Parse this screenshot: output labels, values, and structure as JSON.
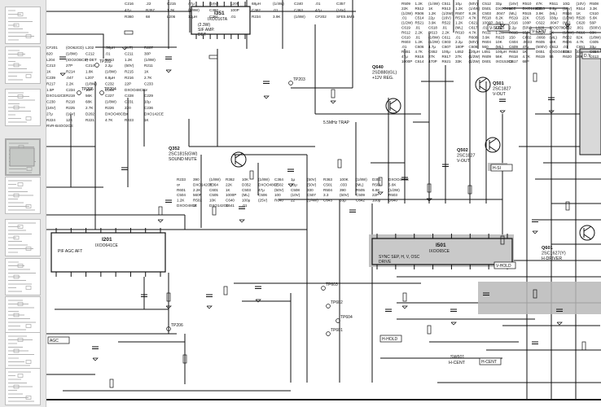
{
  "viewer": {
    "sidebar": {
      "pages": [
        {
          "index": 1,
          "active": false
        },
        {
          "index": 2,
          "active": false
        },
        {
          "index": 3,
          "active": false
        },
        {
          "index": 4,
          "active": true
        },
        {
          "index": 5,
          "active": false
        },
        {
          "index": 6,
          "active": false
        },
        {
          "index": 7,
          "active": false
        },
        {
          "index": 8,
          "active": false
        },
        {
          "index": 9,
          "active": false
        },
        {
          "index": 10,
          "active": false
        }
      ]
    },
    "colors": {
      "sidebar_bg": "#e8e8e8",
      "active_thumb_bg": "#d7dad7",
      "highlight": "#b9b9b9"
    }
  },
  "schematic": {
    "ics": {
      "i351": {
        "ref": "I351",
        "part": "IXOO16TA",
        "lines": [
          "(2.3W)",
          "SIF AMP.",
          "DET"
        ]
      },
      "i201": {
        "ref": "I201",
        "part": "IXOO641CE",
        "lines": [
          "PIF AGC AFT"
        ]
      },
      "i501": {
        "ref": "I501",
        "part": "IXOO65CE",
        "lines": [
          "SYNC SEP, H, V, OSC",
          "DRIVE"
        ]
      }
    },
    "transistors": {
      "q640": {
        "ref": "Q640",
        "part": "2SD880(GL)",
        "desc": "+12V REG."
      },
      "q501": {
        "ref": "Q501",
        "part": "2SC1827",
        "desc": "V-OUT"
      },
      "q502": {
        "ref": "Q502",
        "part": "2SC1827",
        "desc": "V-OUT"
      },
      "q352": {
        "ref": "Q352",
        "part": "2SC1815(GW)",
        "desc": "SOUND MUTE"
      },
      "q601": {
        "ref": "Q601",
        "part": "2SC1627(Y)",
        "desc": "H-DRIVER"
      }
    },
    "test_points": [
      "TP202",
      "TP203",
      "TP204",
      "TP205",
      "TP206",
      "TP601",
      "TP602",
      "TP603",
      "TP604"
    ],
    "net_labels": [
      "V-SIZE",
      "V-CENT",
      "V-HOLD",
      "H-HOLD",
      "H-CENT",
      "H-SI",
      "AGC",
      "D.Y."
    ],
    "switch": {
      "ref": "SW601",
      "label": "H-CENT"
    },
    "trap": "5.5MHz TRAP",
    "parts_top": [
      "C216",
      ".22",
      "C215",
      "47μ",
      "(16V)",
      "L205",
      "68μH",
      "(1/4W)",
      "C240",
      ".01",
      "C357",
      "47μ",
      "R357",
      "1.2K",
      "(1/8W)",
      "C360",
      "100P",
      "C362",
      ".01",
      "C363",
      "47μ",
      "(16V)",
      "R360",
      "68",
      "L206",
      "12μH",
      "C361",
      ".01",
      "R234",
      "3.9K",
      "(1/8W)",
      "CF202",
      "SFE5.5MB"
    ],
    "parts_left": [
      "CF201",
      "(OO62CD)",
      "L202",
      ".56μH",
      "(KIT)",
      "R207",
      "820",
      "(1/8W)",
      "C212",
      ".01",
      "C211",
      "30P",
      "L204",
      "(IOO2OBCE)",
      "P-DET",
      "R213",
      "1.2K",
      "(1/8W)",
      "C213",
      "27P",
      "C214",
      "2.2μ",
      "(50V)",
      "R211",
      "1K",
      "R214",
      "1.8K",
      "(1/8W)",
      "R215",
      "1K",
      "C239",
      ".047",
      "L207",
      "6.8μH",
      "R216",
      "2.7K",
      "R217",
      "2.2K",
      "(1/8W)",
      "C232",
      "22P",
      "C233",
      "1.5P",
      "C234",
      "10P",
      "D203",
      "DXOO48CE",
      "or",
      "DXO142CE",
      "R219",
      "56K",
      "C227",
      "C228",
      "C229",
      "C230",
      "R218",
      "68K",
      "(1/8W)",
      "C231",
      "10μ",
      "(16V)",
      "R225",
      "2.7K",
      "R226",
      "220",
      "C236",
      "27μ",
      "(16V)",
      "D202",
      "DXOO48CE",
      "or",
      "DXO142CE",
      "R224",
      "12K",
      "R221",
      "4.7K",
      "R223",
      "1K",
      "RVR-B4OO2CE"
    ],
    "parts_mid": [
      "R233",
      "390",
      "(1/8W)",
      "R362",
      "10K",
      "(1/8W)",
      "C364",
      "1μ",
      "(50V)",
      "R363",
      "100K",
      "(1/8W)",
      "D351",
      "DXOO48CE",
      "or",
      "DXO142CE",
      "R364",
      "22K",
      "D352",
      "DXOO48CE",
      "C502",
      "10μ",
      "(50V)",
      "C501",
      ".033",
      "(ML)",
      "R501",
      "5.6K",
      "R601",
      "2.2K",
      "C601",
      "1K",
      "C503",
      "47μ",
      "(50V)",
      "C508",
      "330",
      "R504",
      "390",
      "R505",
      "6.8K",
      "(1/2W)",
      "C504",
      "560P",
      "C505",
      "1000P",
      "(ML)",
      "C506",
      "100",
      "(10V)",
      "C507",
      "3.3",
      "(50V)",
      "C509",
      "22P",
      "R503",
      "1.2K",
      "R502",
      "10K",
      "C640",
      "100μ",
      "(25V)",
      "R640",
      "22",
      "(1/4W)",
      "C643",
      "33μ",
      "C642",
      "100μ",
      "D640",
      "DXOO48CE",
      "or",
      "DXO142CE",
      "C641",
      ".01"
    ],
    "parts_right": [
      "R509",
      "1.2K",
      "(1/4W)",
      "C511",
      "10μ",
      "(50V)",
      "C512",
      "33μ",
      "(16V)",
      "R510",
      "47K",
      "R511",
      "10Ω",
      "(10V)",
      "R508",
      "22K",
      "R512",
      "1K",
      "R513",
      "1.2K",
      "(1/4W)",
      "D501",
      "DXOO48CE",
      "or",
      "DXO142CE",
      "C513",
      "2.2μ",
      "(16V)",
      "R514",
      "3.3K",
      "(1/2W)",
      "R506",
      "1.2K",
      "(1/2W)",
      "R507",
      "8.2K",
      "C503",
      ".0047",
      "(ML)",
      "R515",
      "3.9K",
      "(ML)",
      "R516",
      "1K",
      "C510",
      ".01",
      "C514",
      "22μ",
      "(16V)",
      "R517",
      "4.7K",
      "R518",
      "8.2K",
      "R519",
      "22K",
      "C515",
      "330μ",
      "(1/2W)",
      "R520",
      "5.6K",
      "(1/2W)",
      "R521",
      "3.9K",
      "R522",
      "1.2K",
      "C621",
      "1000P",
      "(ML)",
      "C616",
      "100P",
      "C622",
      ".0047",
      "(ML)",
      "C620",
      "56P",
      "C619",
      ".01",
      "C618",
      ".01",
      "(ML)",
      "C617",
      ".01",
      "C615",
      "2.2μ",
      "(50V)",
      "L620",
      "(POO70CE)",
      "C632",
      ".001",
      "(500V)",
      "R612",
      "2.2K",
      "R613",
      "2.2K",
      "R610",
      "4.7K",
      "R611",
      "1.2K",
      "R615",
      "150",
      "R614",
      "1K",
      "(1/4W)",
      "R616",
      "68K",
      "C610",
      ".01",
      "(1/8W)",
      "C611",
      ".01",
      "R608",
      "3.9K",
      "R623",
      "150",
      "C602",
      ".0068",
      "(ML)",
      "R602",
      "82K",
      "(1/8W)",
      "R603",
      "1.2K",
      "(1/2W)",
      "C603",
      "2.2μ",
      "(50V)",
      "R604",
      "10K",
      "C604",
      ".0033",
      "R605",
      "18K",
      "R606",
      "4.7K",
      "C605",
      ".01",
      "C606",
      "4.7μ",
      "C607",
      "180P",
      "C608",
      "560",
      "(ML)",
      "C609",
      "47μ",
      "(500V)",
      "C612",
      ".01",
      "C651",
      "33μ",
      "R651",
      "4.7K",
      "C652",
      "100μ",
      "L652",
      "220μH",
      "L651",
      "100μH",
      "R653",
      "1K",
      "D651",
      "DXOO48CE",
      "C653",
      "33μ",
      "C654",
      "47μ",
      "R616",
      "27K",
      "R617",
      "27K",
      "(1/2W)",
      "R609",
      "56K",
      "R618",
      "4.7K",
      "R619",
      "56",
      "R620",
      "39K",
      "C613",
      "1000P",
      "C614",
      "470P",
      "R621",
      "33K",
      "(1/2W)",
      "D601",
      "IXO153CE",
      "C617",
      "68P"
    ]
  }
}
